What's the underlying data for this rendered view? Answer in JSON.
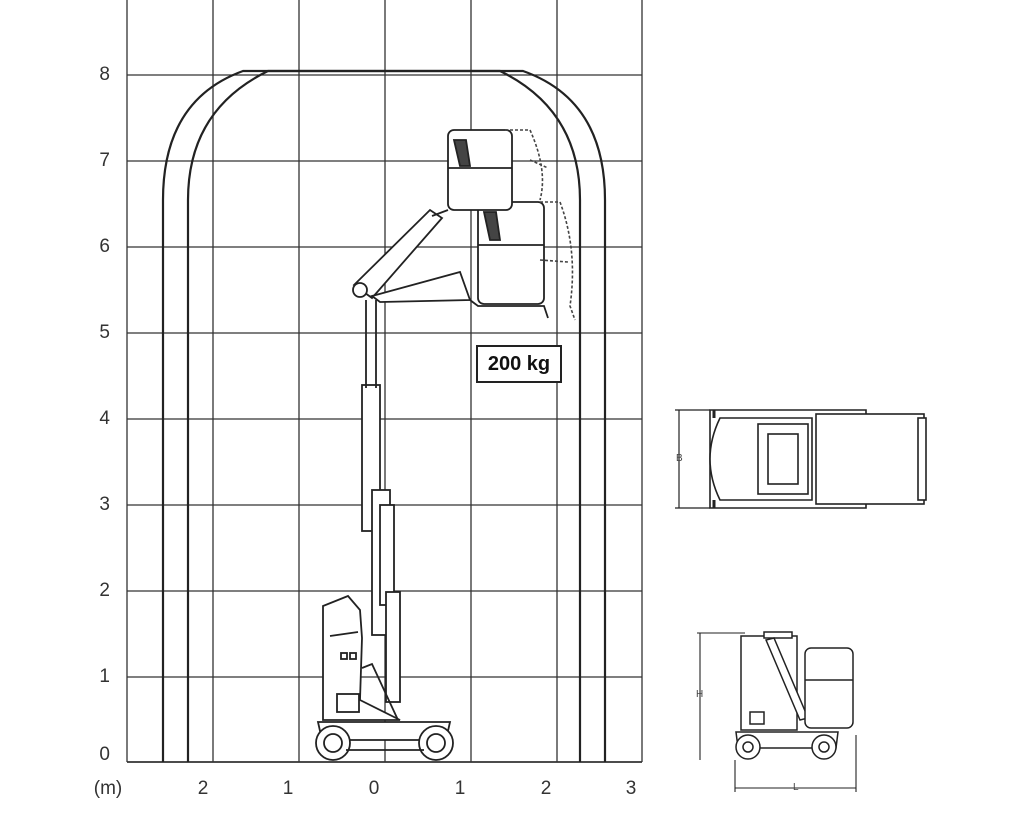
{
  "chart": {
    "y_ticks": [
      "0",
      "1",
      "2",
      "3",
      "4",
      "5",
      "6",
      "7",
      "8"
    ],
    "x_ticks": [
      "2",
      "1",
      "0",
      "1",
      "2",
      "3"
    ],
    "x_unit_label": "(m)",
    "capacity_label": "200 kg"
  },
  "views": {
    "top_dimension_label": "B",
    "side_height_label": "H",
    "side_length_label": "L"
  }
}
